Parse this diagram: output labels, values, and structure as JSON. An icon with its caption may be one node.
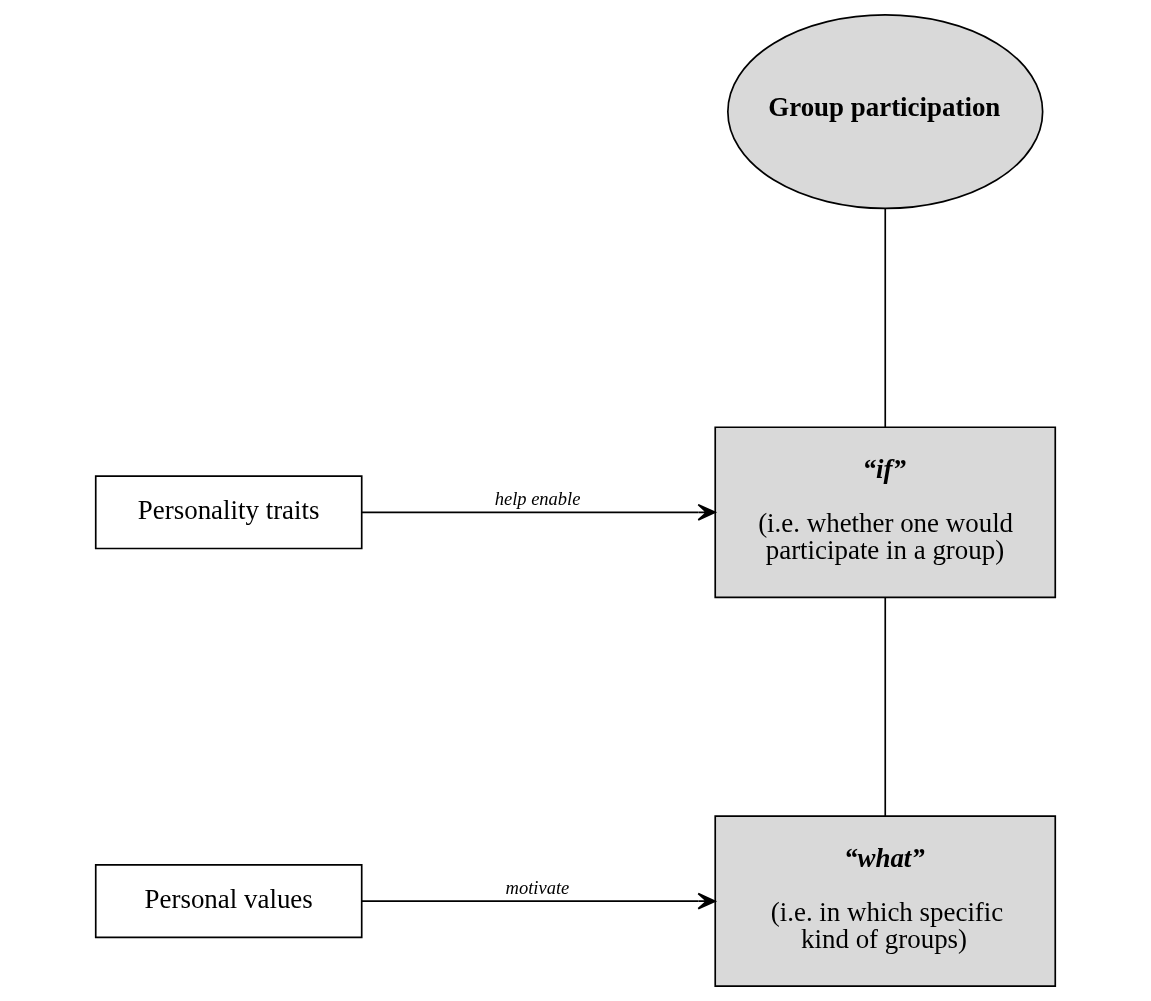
{
  "diagram": {
    "nodes": [
      {
        "text": [
          "Group participation"
        ]
      },
      {
        "text": [
          "Personality traits"
        ]
      },
      {
        "text": [
          "“if”",
          "(i.e. whether one would participate in a group)"
        ]
      },
      {
        "text": [
          "Personal values"
        ]
      },
      {
        "text": [
          "“what”",
          "(i.e. in which specific kind of groups)"
        ]
      }
    ],
    "edges": [
      {
        "from": 0,
        "to": 2,
        "arrow": "none"
      },
      {
        "from": 1,
        "to": 2,
        "arrow": "to",
        "label": "help enable"
      },
      {
        "from": 2,
        "to": 4,
        "arrow": "none"
      },
      {
        "from": 3,
        "to": 4,
        "arrow": "to",
        "label": "motivate"
      }
    ]
  }
}
